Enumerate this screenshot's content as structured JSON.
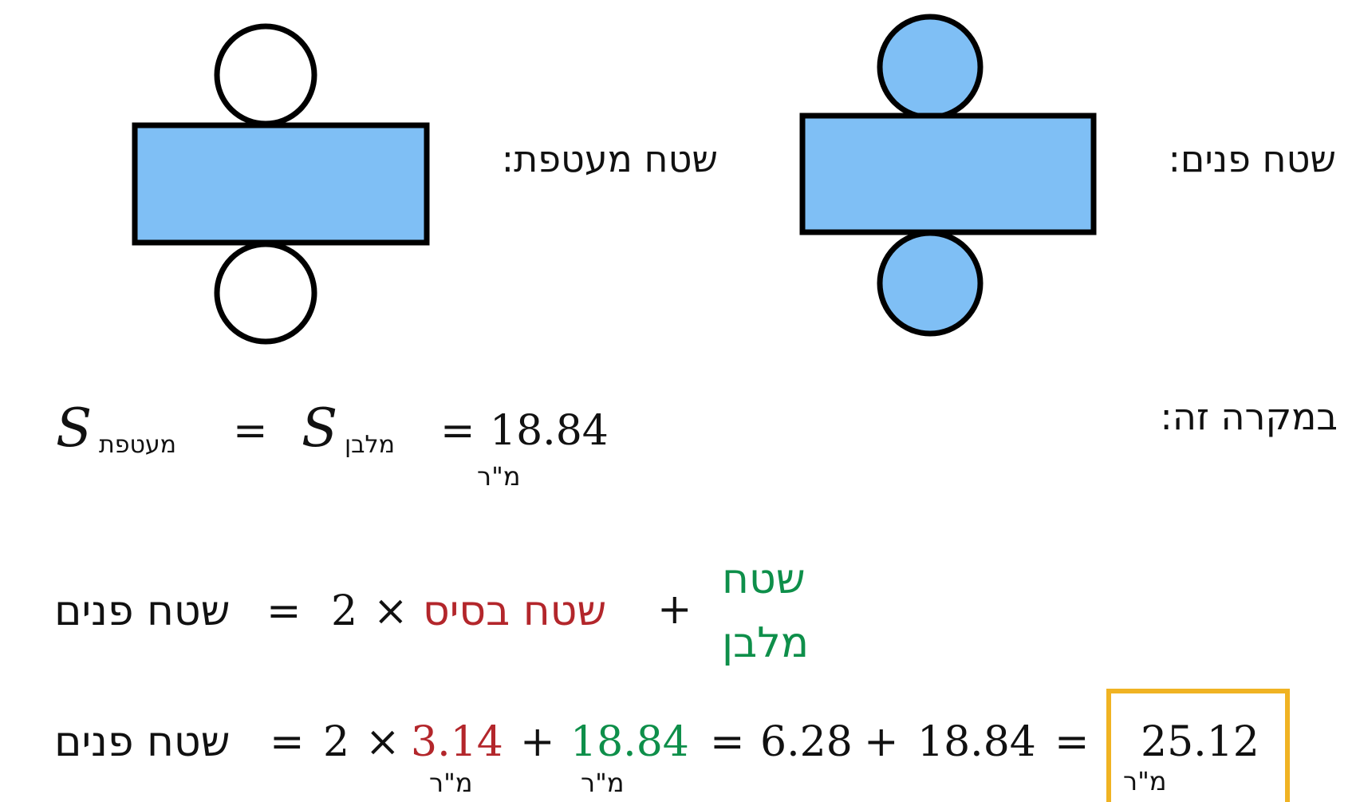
{
  "colors": {
    "fill_blue": "#7fbff5",
    "stroke": "#000000",
    "red": "#b3262b",
    "green": "#0e8f4a",
    "answer_border": "#f0b323"
  },
  "labels": {
    "inner_area": "שטח פנים:",
    "outer_area": "שטח מעטפת:",
    "in_this_case": "במקרה זה:"
  },
  "eq1": {
    "s": "S",
    "sub_envelope": "מעטפת",
    "eq_a": "=",
    "sub_rect": "מלבן",
    "eq_b": "=",
    "value": "18.84",
    "unit": "מ\"ר"
  },
  "eq2": {
    "lhs": "שטח פנים",
    "eq": "=",
    "two": "2",
    "times": "×",
    "base": "שטח בסיס",
    "plus": "+",
    "rect_line1": "שטח",
    "rect_line2": "מלבן"
  },
  "eq3": {
    "lhs": "שטח פנים",
    "eq1": "=",
    "two": "2",
    "times": "×",
    "base_val": "3.14",
    "base_unit": "מ\"ר",
    "plus1": "+",
    "rect_val": "18.84",
    "rect_unit": "מ\"ר",
    "eq2": "=",
    "doubled": "6.28",
    "plus2": "+",
    "rect_val2": "18.84",
    "eq3": "=",
    "answer": "25.12",
    "answer_unit": "מ\"ר"
  }
}
